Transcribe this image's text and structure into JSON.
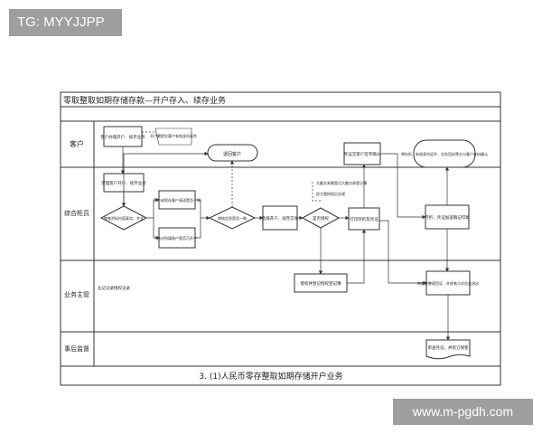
{
  "watermark_top": "TG: MYYJJPP",
  "watermark_bottom": "www.m-pgdh.com",
  "diagram": {
    "title": "零取整取如期存储存款—开户存入、续存业务",
    "caption": "3. (1)人民币零存整取如期存储开户业务",
    "lanes": {
      "customer": "客户",
      "teller": "综合柜员",
      "supervisor": "业务主管",
      "audit": "事后监督"
    },
    "nodes": {
      "start_customer": "客户办理开户、续存业务",
      "customer_note": "开户需提交客户有效身份证件",
      "return_customer": "退回客户",
      "accept_open": "受理客户开户、续存业务",
      "check_docs": "审查资料内容真实、齐全",
      "fill_form": "开户或续存客户表送是否一致",
      "verify_account": "核对所填账户是否可开户",
      "compare_ok": "审核信息是否一致",
      "select_type": "选择开户、续存交易",
      "need_auth": "是否授权",
      "print_vouchers": "打印存折及凭证",
      "customer_sign": "凭证交客户签字确认",
      "note_register": "大额交易需登记大额交易登记簿",
      "note_auth": "经主管授权后办理",
      "deliver": "存折、凭证加盖戳记印章",
      "give_passbook": "将存折、有效身份证件、业务回执等交与客户收执确认",
      "auth_register": "授权并登记授权登记簿",
      "supervisor_review": "审查并整理凭证、并逐笔与对业务流水",
      "supervisor_note": "业记记录授权记录",
      "audit_review": "审查凭证、并装订保管"
    }
  }
}
